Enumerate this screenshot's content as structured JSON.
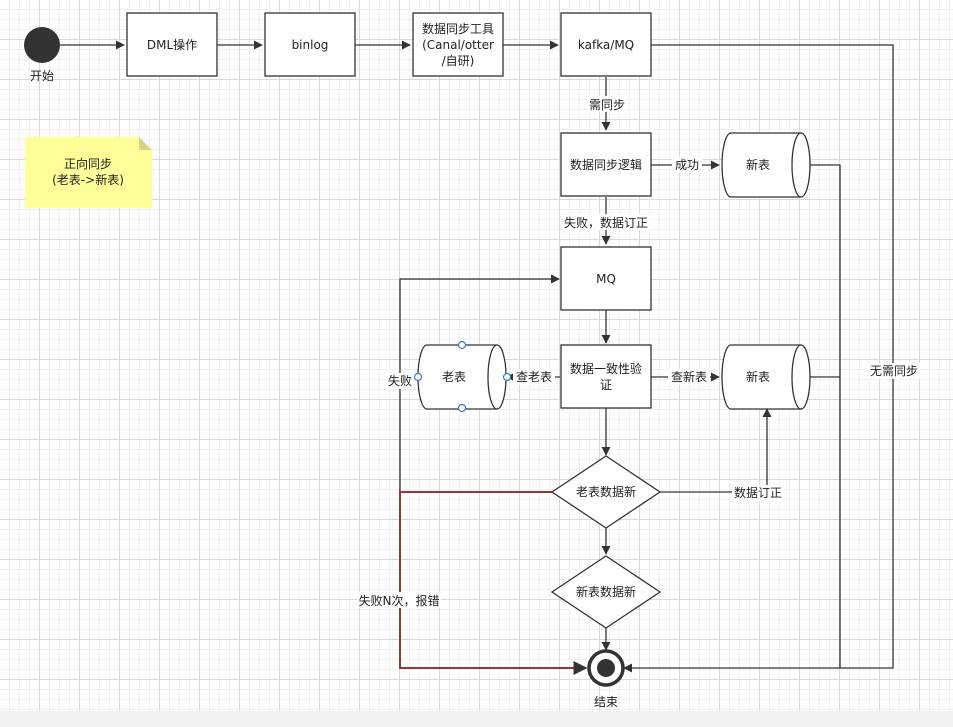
{
  "colors": {
    "stroke": "#333333",
    "note_fill": "#ffff99",
    "note_fold": "#d4d48e",
    "selection_handle": "#2f7fd1",
    "highlight_edge": "#8b3a3a"
  },
  "start_label": "开始",
  "end_label": "结束",
  "note": {
    "line1": "正向同步",
    "line2": "(老表->新表)"
  },
  "nodes": {
    "dml": "DML操作",
    "binlog": "binlog",
    "sync_tool": {
      "line1": "数据同步工具",
      "line2": "(Canal/otter",
      "line3": "/自研)"
    },
    "kafka": "kafka/MQ",
    "sync_logic": "数据同步逻辑",
    "new_table_top": "新表",
    "mq": "MQ",
    "verify": {
      "line1": "数据一致性验",
      "line2": "证"
    },
    "old_table": "老表",
    "new_table_mid": "新表",
    "old_newer": "老表数据新",
    "new_newer": "新表数据新"
  },
  "edge_labels": {
    "need_sync": "需同步",
    "success": "成功",
    "fail_correct": "失败，数据订正",
    "query_old": "查老表",
    "query_new": "查新表",
    "fail": "失败",
    "data_correct": "数据订正",
    "fail_n": "失败N次，报错",
    "no_sync": "无需同步"
  }
}
